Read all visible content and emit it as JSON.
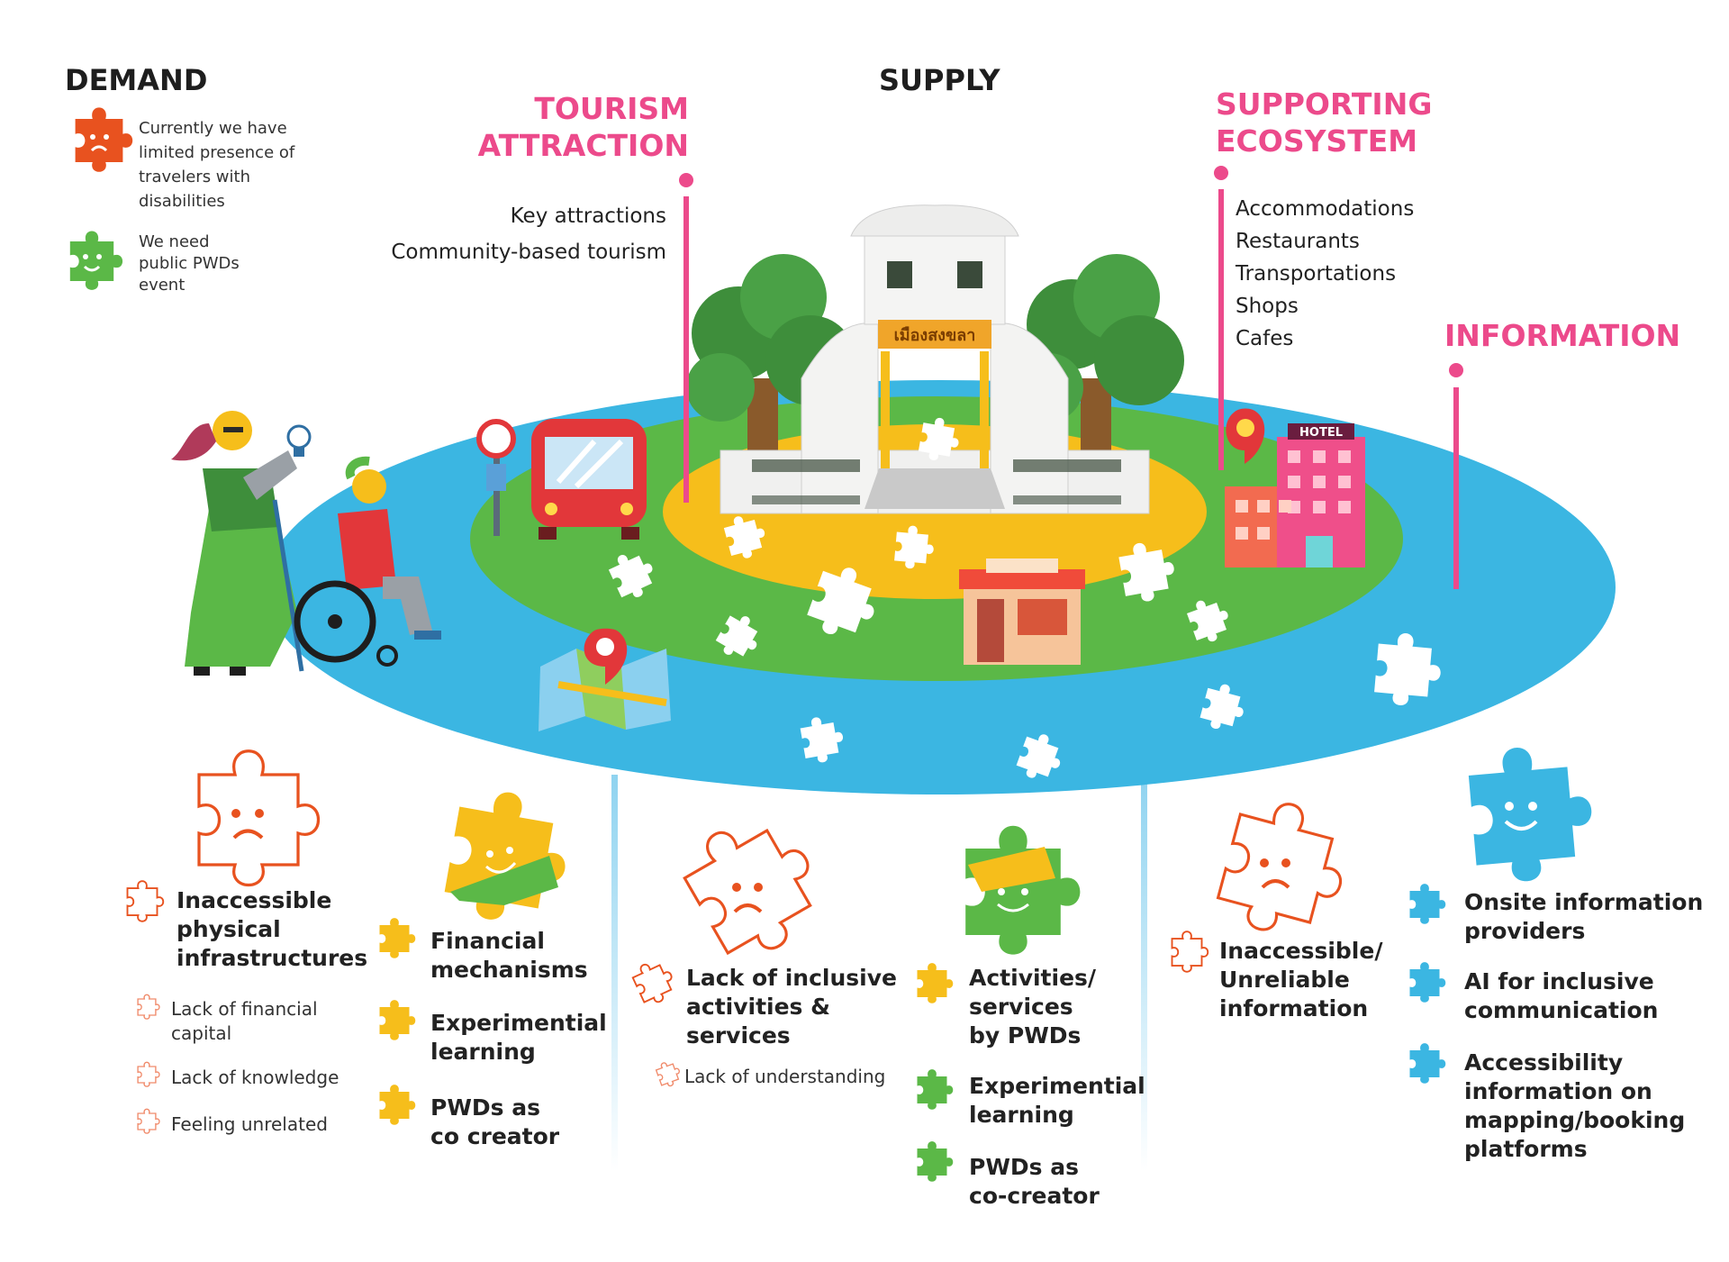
{
  "headings": {
    "demand": "DEMAND",
    "supply": "SUPPLY",
    "tourism_attraction": [
      "TOURISM",
      "ATTRACTION"
    ],
    "supporting_ecosystem": [
      "SUPPORTING",
      "ECOSYSTEM"
    ],
    "information": "INFORMATION"
  },
  "legend": {
    "orange_text": "Currently we have limited presence of travelers with disabilities",
    "green_text": "We need public PWDs event"
  },
  "tourism_items": [
    "Key attractions",
    "Community-based tourism"
  ],
  "ecosystem_items": [
    "Accommodations",
    "Restaurants",
    "Transportations",
    "Shops",
    "Cafes"
  ],
  "scene_labels": {
    "gate_sign": "เมืองสงขลา",
    "hotel_sign": "HOTEL"
  },
  "col1": {
    "main": [
      "Inaccessible",
      "physical",
      "infrastructures"
    ],
    "subs": [
      [
        "Lack of financial",
        "capital"
      ],
      [
        "Lack of knowledge"
      ],
      [
        "Feeling unrelated"
      ]
    ]
  },
  "col2": {
    "items": [
      [
        "Financial",
        "mechanisms"
      ],
      [
        "Experimential",
        "learning"
      ],
      [
        "PWDs as",
        "co creator"
      ]
    ]
  },
  "col3": {
    "main": [
      "Lack of inclusive",
      "activities &",
      "services"
    ],
    "sub": "Lack of understanding"
  },
  "col4": {
    "items": [
      [
        "Activities/",
        "services",
        "by PWDs"
      ],
      [
        "Experimential",
        "learning"
      ],
      [
        "PWDs as",
        "co-creator"
      ]
    ]
  },
  "col5": {
    "main": [
      "Inaccessible/",
      "Unreliable",
      "information"
    ]
  },
  "col6": {
    "items": [
      [
        "Onsite information",
        "providers"
      ],
      [
        "AI for inclusive",
        "communication"
      ],
      [
        "Accessibility",
        "information on",
        "mapping/booking",
        "platforms"
      ]
    ]
  },
  "colors": {
    "pink": "#ec4a8b",
    "orange": "#e8521f",
    "green": "#5bb847",
    "yellow": "#f6be1b",
    "blue": "#3bb6e2"
  }
}
